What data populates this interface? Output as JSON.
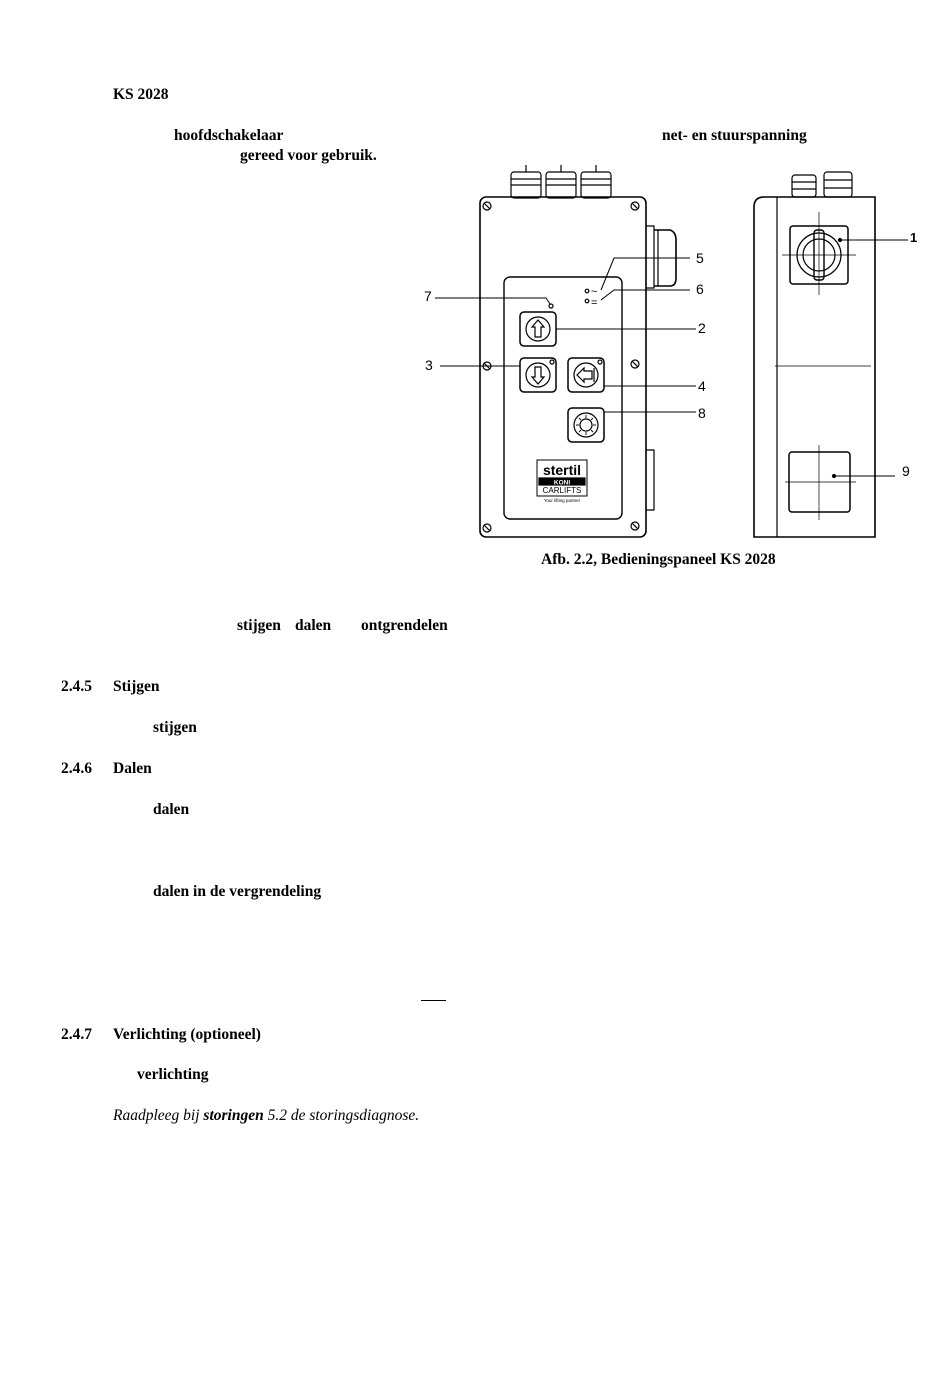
{
  "doc": {
    "model_heading": "KS 2028",
    "intro_main_switch": "hoofdschakelaar",
    "intro_voltage": "net- en stuurspanning",
    "intro_ready": "gereed voor gebruik.",
    "figure_caption": "Afb. 2.2, Bedieningspaneel KS 2028",
    "buttons_line": {
      "up": "stijgen",
      "down": "dalen",
      "unlock": "ontgrendelen"
    },
    "section_245": {
      "number": "2.4.5",
      "title": "Stijgen",
      "body_term": "stijgen"
    },
    "section_246": {
      "number": "2.4.6",
      "title": "Dalen",
      "body_term": "dalen",
      "body_term2": "dalen in de vergrendeling"
    },
    "section_247": {
      "number": "2.4.7",
      "title": "Verlichting (optioneel)",
      "body_term": "verlichting"
    },
    "note": {
      "pre": "Raadpleeg bij ",
      "bold": "storingen",
      "post": " 5.2 de storingsdiagnose."
    }
  },
  "figure": {
    "callouts": [
      "1",
      "2",
      "3",
      "4",
      "5",
      "6",
      "7",
      "8",
      "9"
    ],
    "brand": {
      "name": "stertil",
      "sub": "KONI",
      "product": "CARLIFTS",
      "slogan": "Your lifting partner"
    },
    "indicator_ac": "~",
    "indicator_dc": "="
  }
}
